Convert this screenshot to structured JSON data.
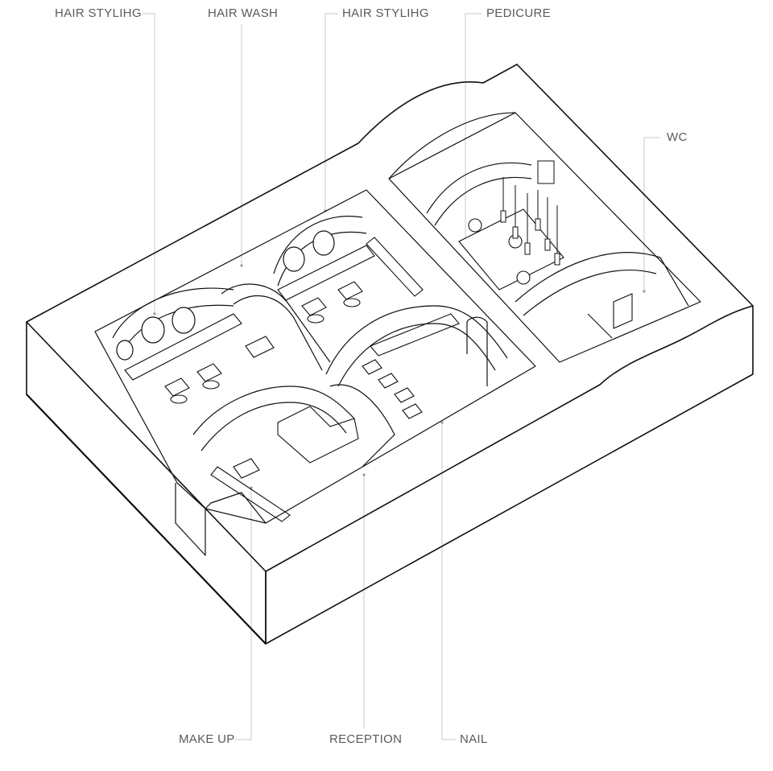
{
  "labels": {
    "hair_styling_left": "HAIR STYLIHG",
    "hair_wash": "HAIR WASH",
    "hair_styling_right": "HAIR STYLIHG",
    "pedicure": "PEDICURE",
    "wc": "WC",
    "make_up": "MAKE UP",
    "reception": "RECEPTION",
    "nail": "NAIL"
  },
  "colors": {
    "line": "#111111",
    "leader": "#c8c8c8",
    "label": "#5a5a5a",
    "background": "#ffffff"
  }
}
